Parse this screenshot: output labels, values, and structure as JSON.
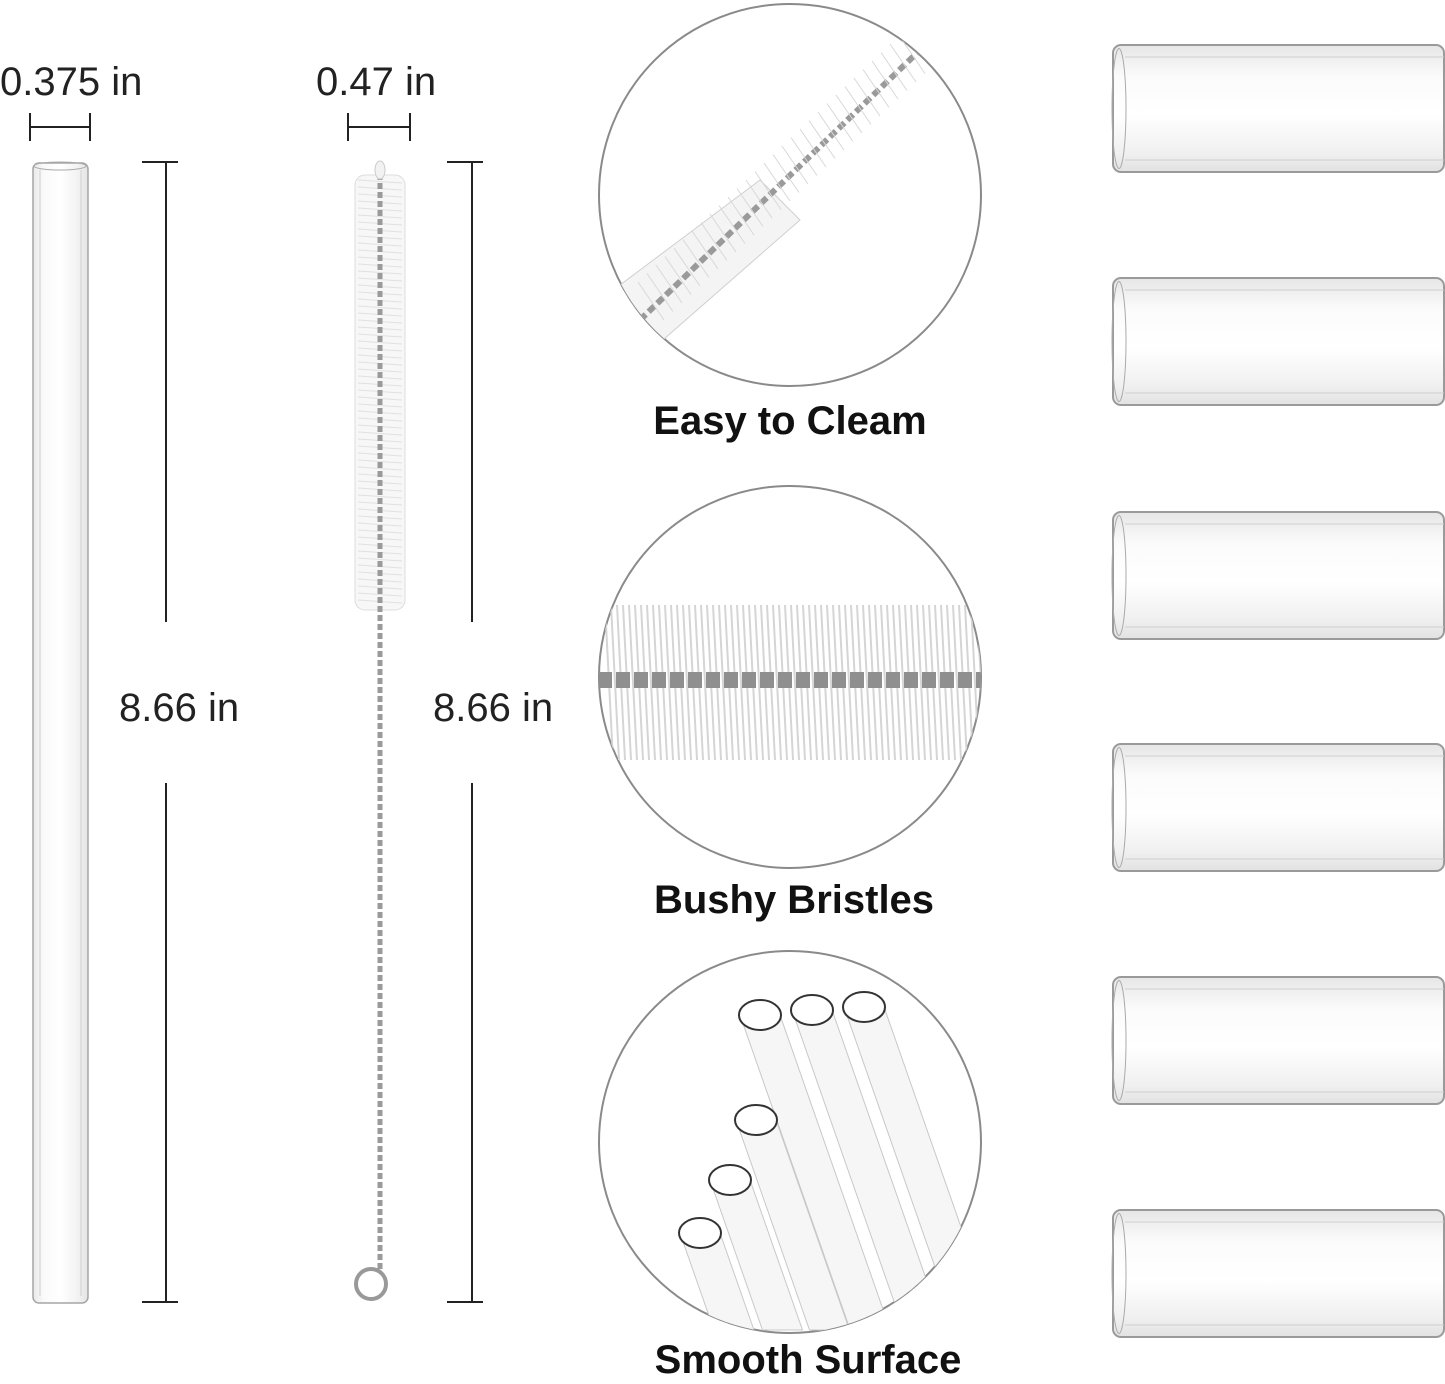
{
  "straw": {
    "diameter_label": "0.375 in",
    "length_label": "8.66 in"
  },
  "brush": {
    "diameter_label": "0.47 in",
    "length_label": "8.66 in"
  },
  "features": [
    {
      "label": "Easy to Cleam",
      "icon": "brush-tip-in-straw"
    },
    {
      "label": "Bushy Bristles",
      "icon": "brush-bristles-closeup"
    },
    {
      "label": "Smooth Surface",
      "icon": "glass-straw-ends"
    }
  ],
  "colors": {
    "background": "#ffffff",
    "text": "#111111",
    "glass_edge": "#9a9a9a",
    "circle_border": "#8a8a8a"
  }
}
